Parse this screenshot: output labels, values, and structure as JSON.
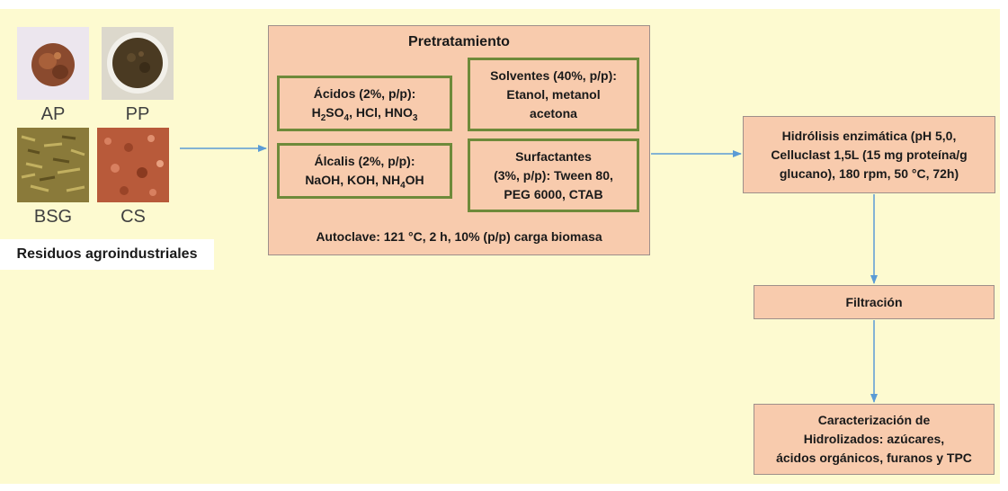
{
  "colors": {
    "background": "#fdfad0",
    "box_fill": "#f8cbad",
    "inner_border": "#6e8a3a",
    "arrow": "#5b9bd5"
  },
  "photos": [
    {
      "label": "AP",
      "icon": "apple-pomace-photo",
      "color": "#8a4a2e"
    },
    {
      "label": "PP",
      "icon": "pear-pomace-photo",
      "color": "#4a3a22"
    },
    {
      "label": "BSG",
      "icon": "brewers-spent-grain-photo",
      "color": "#8a7a3a"
    },
    {
      "label": "CS",
      "icon": "cocoa-shell-photo",
      "color": "#b85a3a"
    }
  ],
  "residuos_label": "Residuos agroindustriales",
  "pretratamiento": {
    "title": "Pretratamiento",
    "acidos": {
      "line1": "Ácidos (2%, p/p):",
      "line2_a": "H",
      "line2_sub1": "2",
      "line2_b": "SO",
      "line2_sub2": "4",
      "line2_c": ", HCl, HNO",
      "line2_sub3": "3"
    },
    "solventes": {
      "line1": "Solventes (40%, p/p):",
      "line2": "Etanol, metanol",
      "line3": "acetona"
    },
    "alcalis": {
      "line1": "Álcalis (2%, p/p):",
      "line2_a": "NaOH, KOH, NH",
      "line2_sub": "4",
      "line2_b": "OH"
    },
    "surfactantes": {
      "line1": "Surfactantes",
      "line2": "(3%, p/p): Tween 80,",
      "line3": "PEG 6000, CTAB"
    },
    "autoclave": "Autoclave: 121 °C, 2 h, 10% (p/p) carga biomasa"
  },
  "hidrolisis": {
    "line1": "Hidrólisis enzimática (pH 5,0,",
    "line2": "Celluclast 1,5L (15 mg proteína/g",
    "line3": "glucano), 180 rpm, 50 °C, 72h)"
  },
  "filtracion": "Filtración",
  "caracterizacion": {
    "line1": "Caracterización de",
    "line2": "Hidrolizados: azúcares,",
    "line3": "ácidos orgánicos, furanos y TPC"
  }
}
